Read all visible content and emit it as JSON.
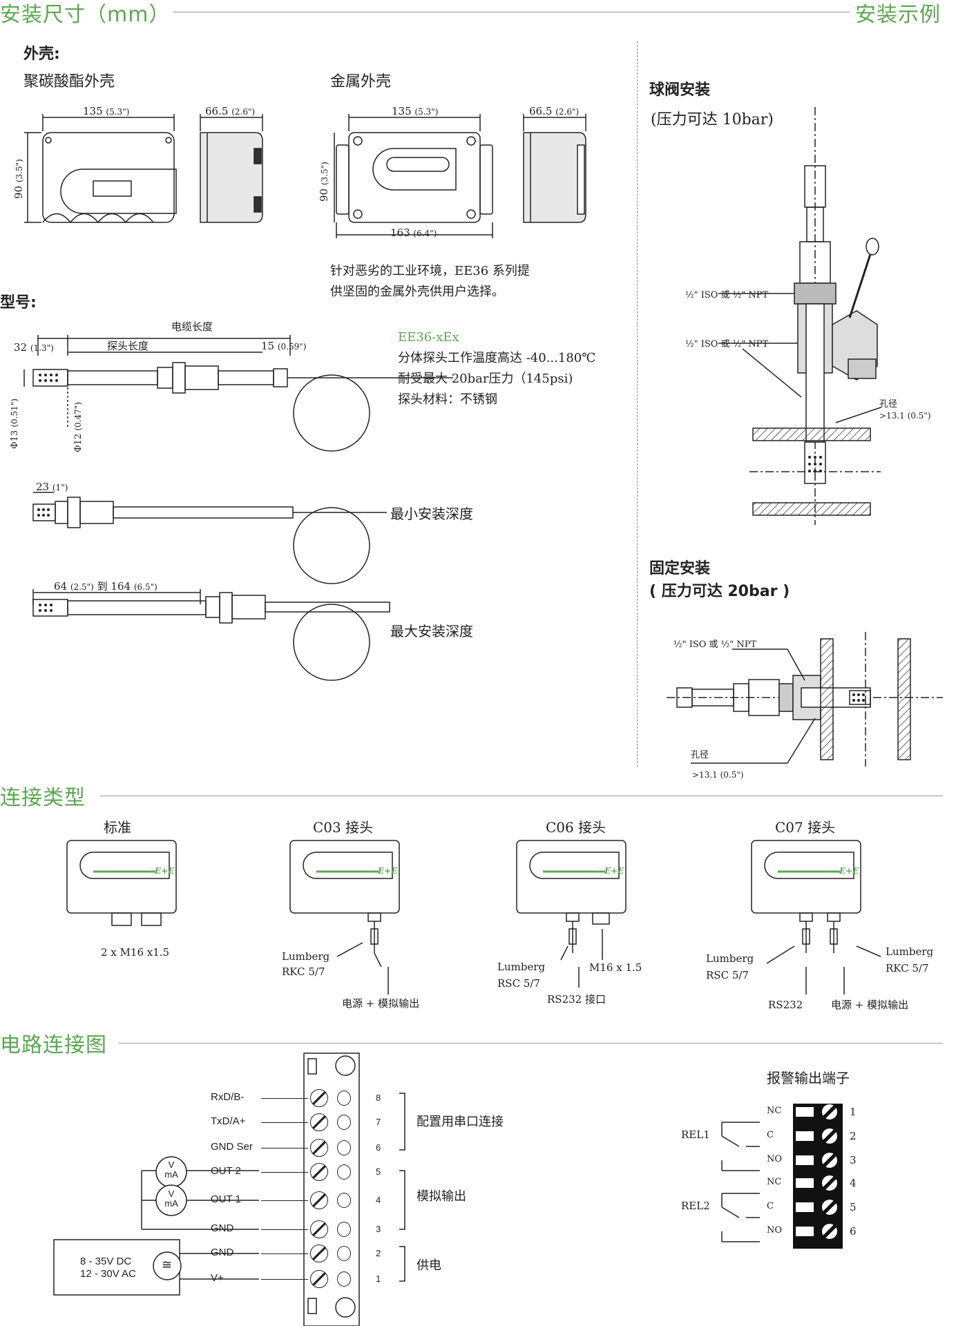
{
  "sections": {
    "dimensions": "安装尺寸（mm）",
    "installation": "安装示例",
    "connection": "连接类型",
    "circuit": "电路连接图"
  },
  "housing": {
    "heading": "外壳:",
    "pc": "聚碳酸酯外壳",
    "metal": "金属外壳",
    "dim_w": "135",
    "dim_w_in": "(5.3\")",
    "dim_d": "66.5",
    "dim_d_in": "(2.6\")",
    "dim_h": "90",
    "dim_h_in": "(3.5\")",
    "dim_metal": "163",
    "dim_metal_in": "(6.4\")",
    "note1": "针对恶劣的工业环境，EE36 系列提",
    "note2": "供坚固的金属外壳供用户选择。"
  },
  "model": {
    "heading": "型号:",
    "cable_len": "电缆长度",
    "probe_len": "探头长度",
    "d32": "32",
    "d32_in": "(1.3\")",
    "d15": "15",
    "d15_in": "(0.59\")",
    "phi13": "Φ13",
    "phi13_in": "(0.51\")",
    "phi12": "Φ12",
    "phi12_in": "(0.47\")",
    "name": "EE36-xEx",
    "desc1": "分体探头工作温度高达 -40...180℃",
    "desc2": "耐受最大 20bar压力（145psi)",
    "desc3": "探头材料：不锈钢",
    "d23": "23",
    "d23_in": "(1\")",
    "min_depth": "最小安装深度",
    "d64": "64",
    "d64_in": "(2.5\")",
    "to": "到",
    "d164": "164",
    "d164_in": "(6.5\")",
    "max_depth": "最大安装深度"
  },
  "install": {
    "ball_title": "球阀安装",
    "ball_pressure": "(压力可达 10bar)",
    "thread1": "½\" ISO 或 ½\" NPT",
    "thread2": "½\" ISO 或 ½\" NPT",
    "bore": "孔径",
    "bore_size": ">13.1 (0.5\")",
    "fixed_title": "固定安装",
    "fixed_pressure": "( 压力可达 20bar )",
    "thread3": "½\" ISO 或 ½\" NPT",
    "bore2": "孔径",
    "bore2_size": ">13.1 (0.5\")"
  },
  "connectors": {
    "std": {
      "title": "标准",
      "label": "2 x M16 x1.5"
    },
    "c03": {
      "title": "C03 接头",
      "l1": "Lumberg",
      "l2": "RKC 5/7",
      "bottom": "电源 + 模拟输出"
    },
    "c06": {
      "title": "C06 接头",
      "l1": "Lumberg",
      "l2": "RSC 5/7",
      "right": "M16 x 1.5",
      "bottom": "RS232 接口"
    },
    "c07": {
      "title": "C07 接头",
      "l1": "Lumberg",
      "l2": "RSC 5/7",
      "r1": "Lumberg",
      "r2": "RKC 5/7",
      "bottom1": "RS232",
      "bottom2": "电源 + 模拟输出"
    },
    "logo": "E+E"
  },
  "circuit": {
    "terminals": [
      {
        "label": "RxD/B-",
        "num": "8"
      },
      {
        "label": "TxD/A+",
        "num": "7"
      },
      {
        "label": "GND Ser",
        "num": "6"
      },
      {
        "label": "OUT 2",
        "num": "5"
      },
      {
        "label": "OUT 1",
        "num": "4"
      },
      {
        "label": "GND",
        "num": "3"
      },
      {
        "label": "GND",
        "num": "2"
      },
      {
        "label": "V+",
        "num": "1"
      }
    ],
    "group_serial": "配置用串口连接",
    "group_analog": "模拟输出",
    "group_power": "供电",
    "meter_v": "V",
    "meter_ma": "mA",
    "supply1": "8 - 35V DC",
    "supply2": "12 - 30V AC",
    "supply_sym": "≅",
    "alarm_title": "报警输出端子",
    "rel1": "REL1",
    "rel2": "REL2",
    "alarm_rows": [
      {
        "label": "NC",
        "num": "1"
      },
      {
        "label": "C",
        "num": "2"
      },
      {
        "label": "NO",
        "num": "3"
      },
      {
        "label": "NC",
        "num": "4"
      },
      {
        "label": "C",
        "num": "5"
      },
      {
        "label": "NO",
        "num": "6"
      }
    ]
  }
}
